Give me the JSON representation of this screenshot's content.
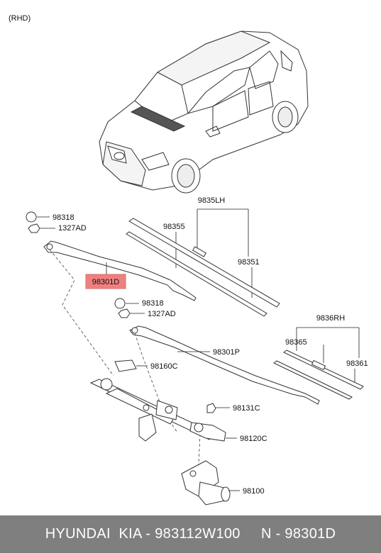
{
  "header": {
    "variant": "(RHD)"
  },
  "labels": {
    "bolt_cap_upper": "98318",
    "nut_upper": "1327AD",
    "arm_lh": "98301D",
    "blade_lh_group": "9835LH",
    "blade_lh_insert": "98355",
    "blade_lh": "98351",
    "bolt_cap_lower": "98318",
    "nut_lower": "1327AD",
    "arm_rh": "98301P",
    "blade_rh_group": "9836RH",
    "blade_rh_insert": "98365",
    "blade_rh": "98361",
    "pivot": "98160C",
    "bolt": "98131C",
    "linkage": "98120C",
    "motor": "98100"
  },
  "highlight": {
    "part": "98301D",
    "color": "#f08080"
  },
  "footer": {
    "text": "HYUNDAI  KIA - 983112W100     N - 98301D"
  }
}
